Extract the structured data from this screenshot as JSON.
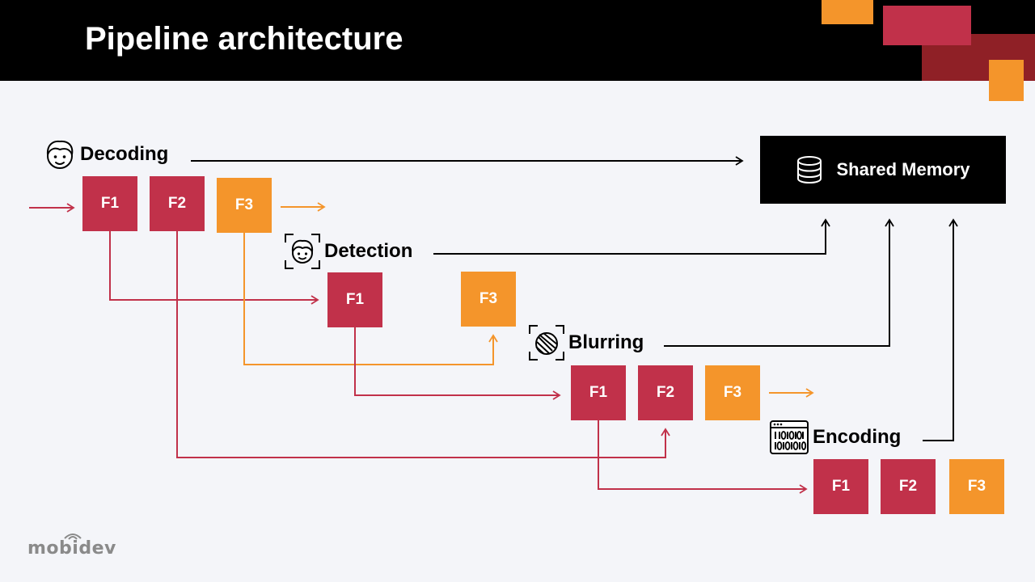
{
  "slide": {
    "title": "Pipeline architecture"
  },
  "colors": {
    "red": "#c1314a",
    "orange": "#f4952b",
    "dark_red": "#8f2026",
    "black": "#000000",
    "background": "#f4f5f9"
  },
  "stages": {
    "decoding": {
      "label": "Decoding",
      "icon": "face-icon"
    },
    "detection": {
      "label": "Detection",
      "icon": "face-scan-icon"
    },
    "blurring": {
      "label": "Blurring",
      "icon": "blurred-face-icon"
    },
    "encoding": {
      "label": "Encoding",
      "icon": "binary-code-icon"
    }
  },
  "frames": {
    "decoding": [
      "F1",
      "F2",
      "F3"
    ],
    "detection": [
      "F1",
      "F3"
    ],
    "blurring": [
      "F1",
      "F2",
      "F3"
    ],
    "encoding": [
      "F1",
      "F2",
      "F3"
    ]
  },
  "shared_memory": {
    "label": "Shared Memory",
    "icon": "database-icon"
  },
  "brand": {
    "logo": "mobidev"
  }
}
